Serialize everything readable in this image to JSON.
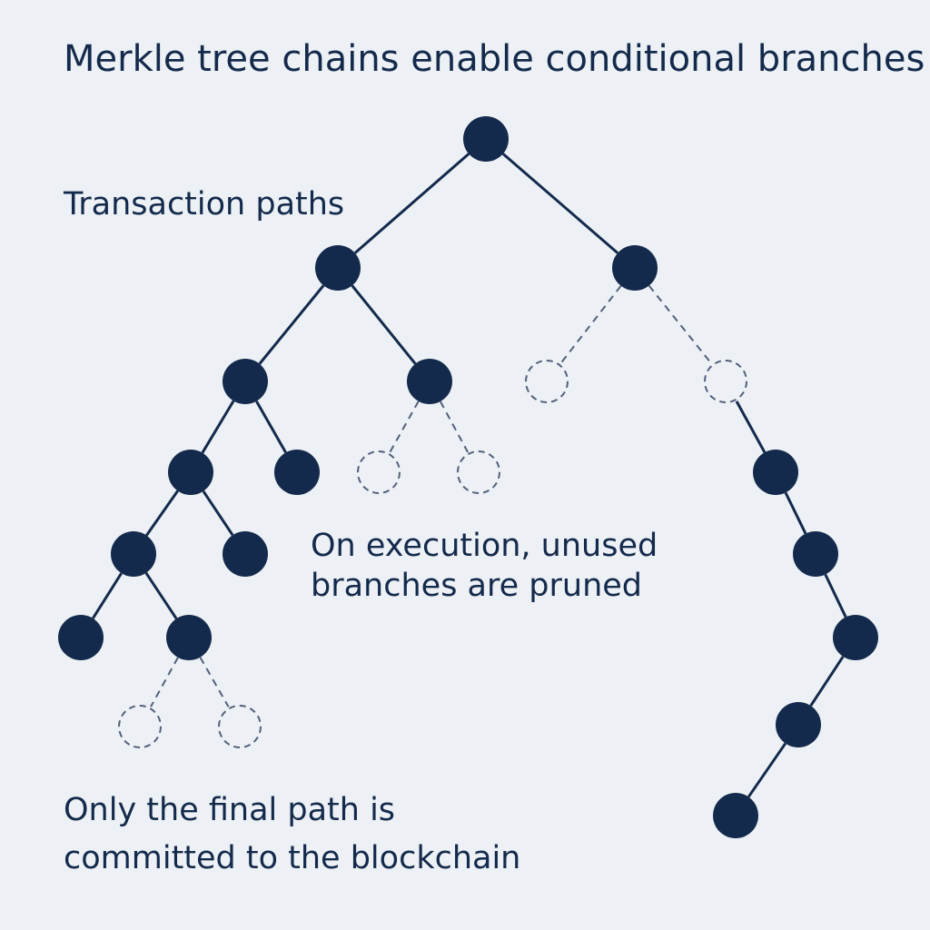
{
  "title": "Merkle tree chains enable conditional branches",
  "labels": {
    "transaction_paths": "Transaction paths",
    "pruned_line1": "On execution, unused",
    "pruned_line2": "branches are pruned",
    "final_line1": "Only the final path is",
    "final_line2": "committed to the blockchain"
  },
  "colors": {
    "background": "#edf1f5",
    "node": "#142a4c",
    "edge": "#142a4c",
    "pruned": "#52607a"
  }
}
